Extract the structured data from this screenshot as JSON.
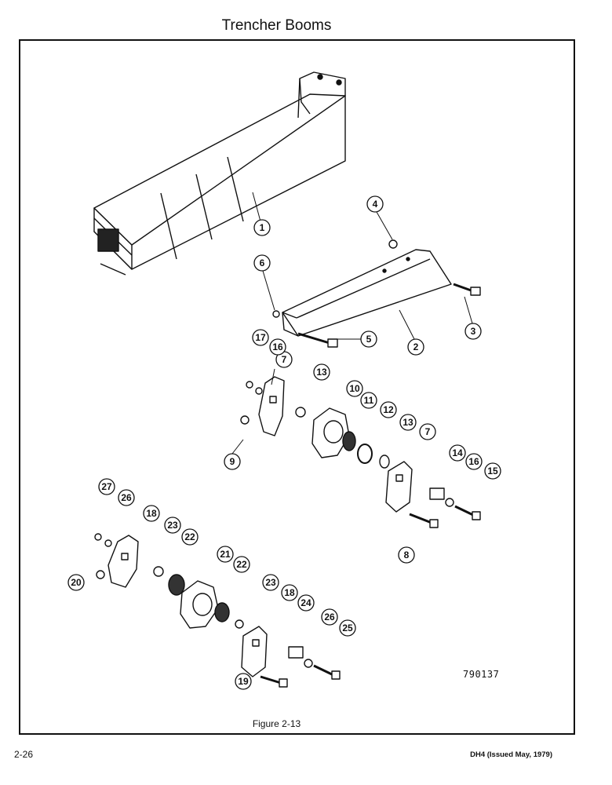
{
  "header": {
    "title": "Trencher Booms"
  },
  "figure": {
    "caption": "Figure 2-13",
    "drawing_number": "790137",
    "callouts": [
      {
        "label": "1"
      },
      {
        "label": "2"
      },
      {
        "label": "3"
      },
      {
        "label": "4"
      },
      {
        "label": "5"
      },
      {
        "label": "6"
      },
      {
        "label": "7"
      },
      {
        "label": "7"
      },
      {
        "label": "8"
      },
      {
        "label": "9"
      },
      {
        "label": "10"
      },
      {
        "label": "11"
      },
      {
        "label": "12"
      },
      {
        "label": "13"
      },
      {
        "label": "13"
      },
      {
        "label": "14"
      },
      {
        "label": "15"
      },
      {
        "label": "16"
      },
      {
        "label": "16"
      },
      {
        "label": "17"
      },
      {
        "label": "18"
      },
      {
        "label": "18"
      },
      {
        "label": "19"
      },
      {
        "label": "20"
      },
      {
        "label": "21"
      },
      {
        "label": "22"
      },
      {
        "label": "22"
      },
      {
        "label": "23"
      },
      {
        "label": "23"
      },
      {
        "label": "24"
      },
      {
        "label": "25"
      },
      {
        "label": "26"
      },
      {
        "label": "26"
      },
      {
        "label": "27"
      }
    ]
  },
  "footer": {
    "page_number": "2-26",
    "publication": "DH4 (Issued May, 1979)"
  }
}
